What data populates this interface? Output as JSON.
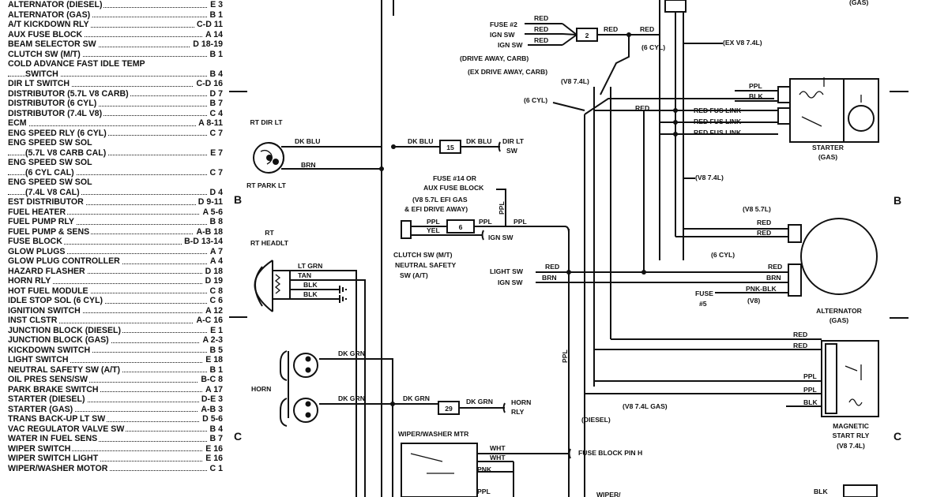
{
  "index": [
    {
      "name": "ALTERNATOR (DIESEL)",
      "ref": "E 3"
    },
    {
      "name": "ALTERNATOR (GAS)",
      "ref": "B 1"
    },
    {
      "name": "A/T KICKDOWN RLY",
      "ref": "C-D 11"
    },
    {
      "name": "AUX FUSE BLOCK",
      "ref": "A 14"
    },
    {
      "name": "BEAM SELECTOR SW",
      "ref": "D 18-19"
    },
    {
      "name": "CLUTCH SW (M/T)",
      "ref": "B 1"
    },
    {
      "name": "COLD ADVANCE FAST IDLE TEMP",
      "ref": ""
    },
    {
      "name": "SWITCH",
      "ref": "B 4",
      "indent": true
    },
    {
      "name": "DIR LT SWITCH",
      "ref": "C-D 16"
    },
    {
      "name": "DISTRIBUTOR (5.7L V8 CARB)",
      "ref": "D 7"
    },
    {
      "name": "DISTRIBUTOR (6 CYL)",
      "ref": "B 7"
    },
    {
      "name": "DISTRIBUTOR (7.4L V8)",
      "ref": "C 4"
    },
    {
      "name": "ECM",
      "ref": "A 8-11"
    },
    {
      "name": "ENG SPEED RLY (6 CYL)",
      "ref": "C 7"
    },
    {
      "name": "ENG SPEED SW SOL",
      "ref": ""
    },
    {
      "name": "(5.7L V8 CARB CAL)",
      "ref": "E 7",
      "indent": true
    },
    {
      "name": "ENG SPEED SW SOL",
      "ref": ""
    },
    {
      "name": "(6 CYL CAL)",
      "ref": "C 7",
      "indent": true
    },
    {
      "name": "ENG SPEED SW SOL",
      "ref": ""
    },
    {
      "name": "(7.4L V8 CAL)",
      "ref": "D 4",
      "indent": true
    },
    {
      "name": "EST DISTRIBUTOR",
      "ref": "D 9-11"
    },
    {
      "name": "FUEL HEATER",
      "ref": "A 5-6"
    },
    {
      "name": "FUEL PUMP RLY",
      "ref": "B 8"
    },
    {
      "name": "FUEL PUMP & SENS",
      "ref": "A-B 18"
    },
    {
      "name": "FUSE BLOCK",
      "ref": "B-D 13-14"
    },
    {
      "name": "GLOW PLUGS",
      "ref": "A 7"
    },
    {
      "name": "GLOW PLUG CONTROLLER",
      "ref": "A 4"
    },
    {
      "name": "HAZARD FLASHER",
      "ref": "D 18"
    },
    {
      "name": "HORN RLY",
      "ref": "D 19"
    },
    {
      "name": "HOT FUEL MODULE",
      "ref": "C 8"
    },
    {
      "name": "IDLE STOP SOL (6 CYL)",
      "ref": "C 6"
    },
    {
      "name": "IGNITION SWITCH",
      "ref": "A 12"
    },
    {
      "name": "INST CLSTR",
      "ref": "A-C 16"
    },
    {
      "name": "JUNCTION BLOCK (DIESEL)",
      "ref": "E 1"
    },
    {
      "name": "JUNCTION BLOCK (GAS)",
      "ref": "A 2-3"
    },
    {
      "name": "KICKDOWN SWITCH",
      "ref": "B 5"
    },
    {
      "name": "LIGHT SWITCH",
      "ref": "E 18"
    },
    {
      "name": "NEUTRAL SAFETY SW (A/T)",
      "ref": "B 1"
    },
    {
      "name": "OIL PRES SENS/SW",
      "ref": "B-C 8"
    },
    {
      "name": "PARK BRAKE SWITCH",
      "ref": "A 17"
    },
    {
      "name": "STARTER (DIESEL)",
      "ref": "D-E 3"
    },
    {
      "name": "STARTER (GAS)",
      "ref": "A-B 3"
    },
    {
      "name": "TRANS BACK-UP LT SW",
      "ref": "D 5-6"
    },
    {
      "name": "VAC REGULATOR VALVE SW",
      "ref": "B 4"
    },
    {
      "name": "WATER IN FUEL SENS",
      "ref": "B 7"
    },
    {
      "name": "WIPER SWITCH",
      "ref": "E 16"
    },
    {
      "name": "WIPER SWITCH LIGHT",
      "ref": "E 16"
    },
    {
      "name": "WIPER/WASHER MOTOR",
      "ref": "C 1"
    }
  ],
  "grid_markers": {
    "b": "B",
    "c": "C"
  },
  "left_components": {
    "rt_dir_lt": "RT DIR LT",
    "rt_park_lt": "RT PARK LT",
    "rt_headlt": "RT HEADLT",
    "horn": "HORN"
  },
  "wire_colors": {
    "dk_blu": "DK BLU",
    "brn": "BRN",
    "lt_grn": "LT GRN",
    "tan": "TAN",
    "blk": "BLK",
    "dk_grn": "DK GRN",
    "red": "RED",
    "ppl": "PPL",
    "yel": "YEL",
    "wht": "WHT",
    "pnk": "PNK",
    "pnk_blk": "PNK-BLK",
    "red_fus_link": "RED FUS LINK"
  },
  "connectors": {
    "c2": "2",
    "c15": "15",
    "c6": "6",
    "c29": "29"
  },
  "center_labels": {
    "fuse2": "FUSE #2",
    "ign_sw": "IGN SW",
    "drive_away_carb": "(DRIVE AWAY, CARB)",
    "ex_drive_away_carb": "(EX DRIVE AWAY, CARB)",
    "dir_lt_sw_1": "DIR LT",
    "dir_lt_sw_2": "SW",
    "fuse14_1": "FUSE #14  OR",
    "fuse14_2": "AUX FUSE BLOCK",
    "v8_57_efi_1": "(V8 5.7L EFI GAS",
    "v8_57_efi_2": "& EFI DRIVE AWAY)",
    "clutch_1": "CLUTCH SW (M/T)",
    "clutch_2": "NEUTRAL SAFETY",
    "clutch_3": "SW (A/T)",
    "light_sw": "LIGHT SW",
    "horn_rly_1": "HORN",
    "horn_rly_2": "RLY",
    "wiper_motor": "WIPER/WASHER MTR",
    "fuse_block_pin_h": "FUSE BLOCK PIN H",
    "wiper_partial": "WIPER/"
  },
  "right_labels": {
    "six_cyl": "(6 CYL)",
    "ex_v8_74": "(EX V8 7.4L)",
    "v8_74": "(V8 7.4L)",
    "v8_57": "(V8 5.7L)",
    "v8_74_gas": "(V8 7.4L GAS)",
    "diesel": "(DIESEL)",
    "v8": "(V8)",
    "fuse5_1": "FUSE",
    "fuse5_2": "#5",
    "starter_1": "STARTER",
    "starter_2": "(GAS)",
    "alternator_1": "ALTERNATOR",
    "alternator_2": "(GAS)",
    "magnetic_1": "MAGNETIC",
    "magnetic_2": "START RLY",
    "magnetic_3": "(V8 7.4L)",
    "top_gas": "(GAS)"
  }
}
